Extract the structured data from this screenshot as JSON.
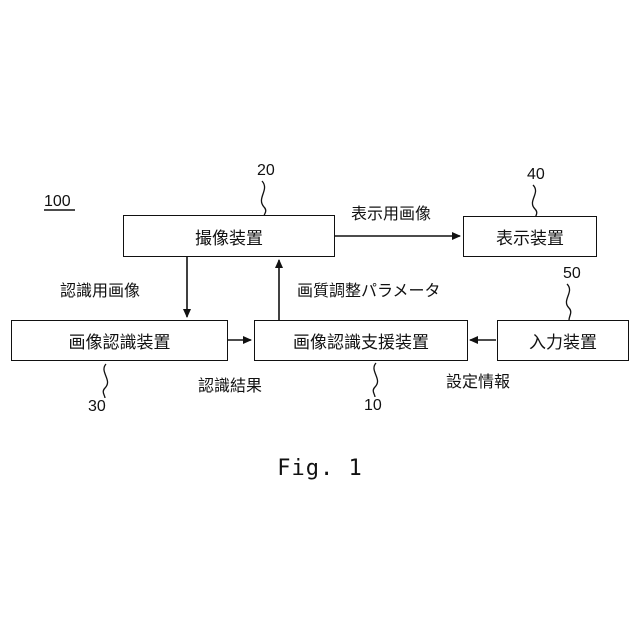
{
  "system_ref": "100",
  "blocks": {
    "camera": {
      "label": "撮像装置",
      "ref": "20"
    },
    "display": {
      "label": "表示装置",
      "ref": "40"
    },
    "recognizer": {
      "label": "画像認識装置",
      "ref": "30"
    },
    "support": {
      "label": "画像認識支援装置",
      "ref": "10"
    },
    "input": {
      "label": "入力装置",
      "ref": "50"
    }
  },
  "edges": {
    "display_image": "表示用画像",
    "recognition_image": "認識用画像",
    "quality_params": "画質調整パラメータ",
    "recognition_result": "認識結果",
    "setting_info": "設定情報"
  },
  "caption": "Fig. 1"
}
